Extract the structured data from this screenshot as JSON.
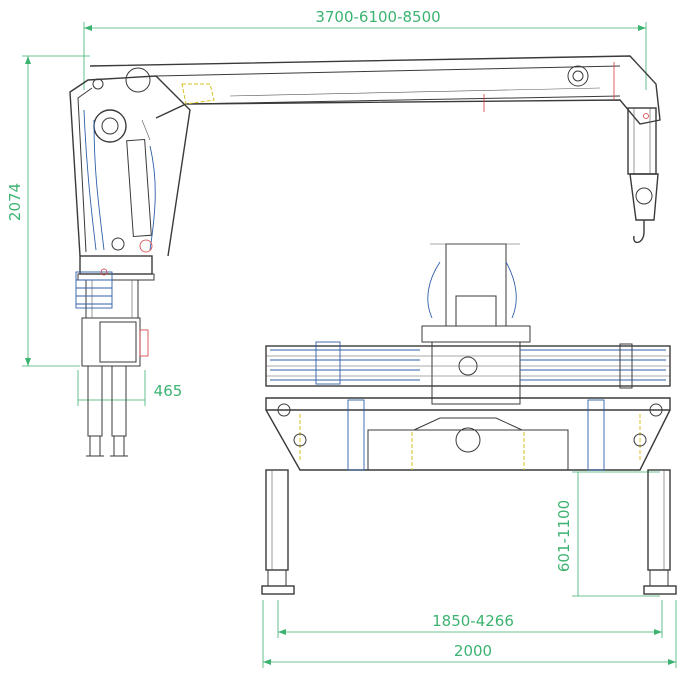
{
  "dimensions": {
    "boom_length": "3700-6100-8500",
    "crane_height": "2074",
    "column_width": "465",
    "stroke_range": "601-1100",
    "outrigger_span": "1850-4266",
    "base_width": "2000"
  },
  "colors": {
    "dimension": "#3cb371",
    "line": "#3a3a3a",
    "hydraulic": "#2f5fa8",
    "marker": "#d23c3c",
    "highlight": "#d8c020"
  }
}
